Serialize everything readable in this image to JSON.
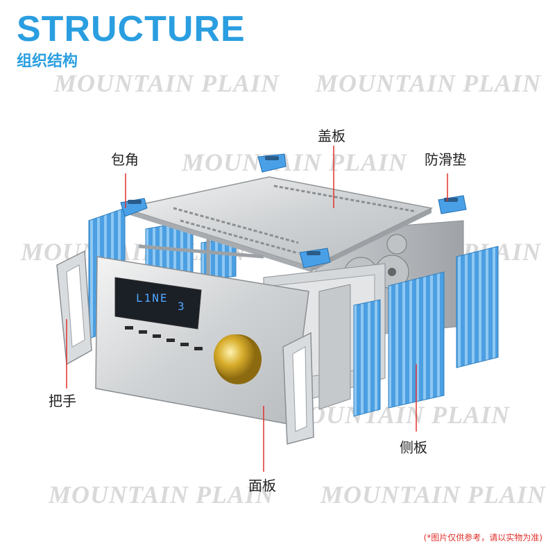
{
  "header": {
    "title": "STRUCTURE",
    "subtitle": "组织结构"
  },
  "watermark": "MOUNTAIN PLAIN",
  "labels": {
    "top_cover": "盖板",
    "corner": "包角",
    "anti_slip_pad": "防滑垫",
    "handle": "把手",
    "side_panel": "侧板",
    "front_panel": "面板"
  },
  "display": {
    "text": "L1NE",
    "digit": "3"
  },
  "footnote": "(*图片仅供参考，请以实物为准)",
  "colors": {
    "accent": "#2a9ee0",
    "heatsink": "#4da3e6",
    "callout": "#e0302a",
    "knob": "#c9a227"
  }
}
